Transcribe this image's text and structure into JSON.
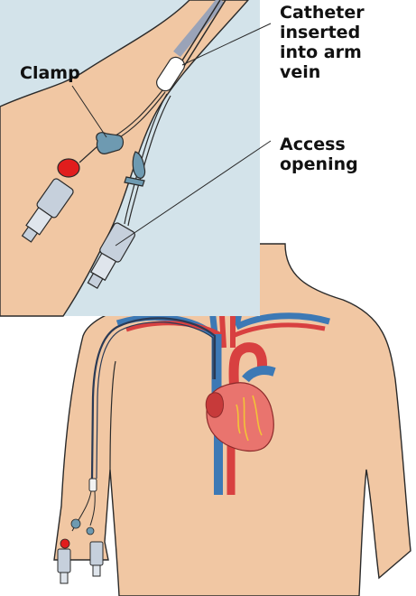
{
  "labels": {
    "clamp": "Clamp",
    "catheter": "Catheter\ninserted\ninto arm\nvein",
    "access": "Access\nopening"
  },
  "colors": {
    "skin": "#f1c7a3",
    "skin_outline": "#2a2a2a",
    "inset_background": "#d3e3ea",
    "vein": "#3d79b5",
    "artery": "#d84040",
    "catheter": "#9aa3b8",
    "clamp": "#6e9ab1",
    "valve": "#e11d1d",
    "connector": "#c6d0dc",
    "heart": "#e9746e"
  },
  "icons": [
    "heart-illustration",
    "arm-illustration",
    "torso-illustration",
    "clamp-icon",
    "connector-icon"
  ]
}
